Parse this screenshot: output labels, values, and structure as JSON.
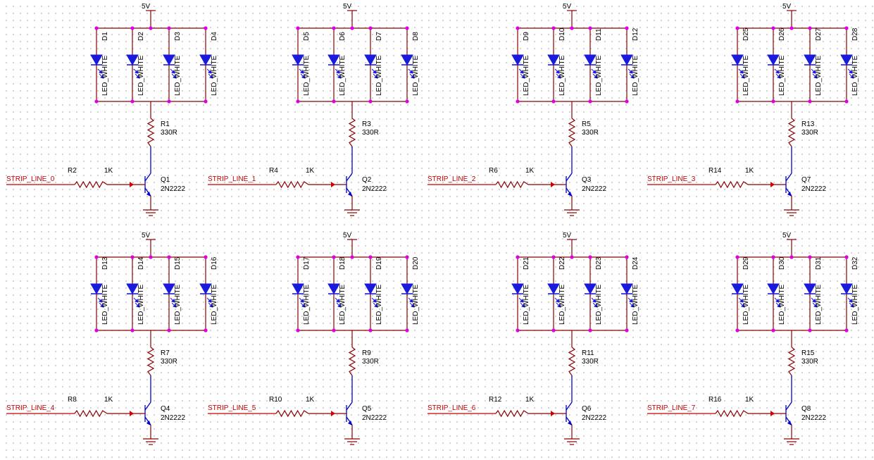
{
  "supply_label": "5V",
  "cells": [
    {
      "diodes": [
        "D1",
        "D2",
        "D3",
        "D4"
      ],
      "led_value": "LED_WHITE",
      "r_pull": "R1",
      "r_pull_value": "330R",
      "r_base": "R2",
      "r_base_value": "1K",
      "q": "Q1",
      "q_value": "2N2222",
      "net": "STRIP_LINE_0"
    },
    {
      "diodes": [
        "D5",
        "D6",
        "D7",
        "D8"
      ],
      "led_value": "LED_WHITE",
      "r_pull": "R3",
      "r_pull_value": "330R",
      "r_base": "R4",
      "r_base_value": "1K",
      "q": "Q2",
      "q_value": "2N2222",
      "net": "STRIP_LINE_1"
    },
    {
      "diodes": [
        "D9",
        "D10",
        "D11",
        "D12"
      ],
      "led_value": "LED_WHITE",
      "r_pull": "R5",
      "r_pull_value": "330R",
      "r_base": "R6",
      "r_base_value": "1K",
      "q": "Q3",
      "q_value": "2N2222",
      "net": "STRIP_LINE_2"
    },
    {
      "diodes": [
        "D25",
        "D26",
        "D27",
        "D28"
      ],
      "led_value": "LED_WHITE",
      "r_pull": "R13",
      "r_pull_value": "330R",
      "r_base": "R14",
      "r_base_value": "1K",
      "q": "Q7",
      "q_value": "2N2222",
      "net": "STRIP_LINE_3"
    },
    {
      "diodes": [
        "D13",
        "D14",
        "D15",
        "D16"
      ],
      "led_value": "LED_WHITE",
      "r_pull": "R7",
      "r_pull_value": "330R",
      "r_base": "R8",
      "r_base_value": "1K",
      "q": "Q4",
      "q_value": "2N2222",
      "net": "STRIP_LINE_4"
    },
    {
      "diodes": [
        "D17",
        "D18",
        "D19",
        "D20"
      ],
      "led_value": "LED_WHITE",
      "r_pull": "R9",
      "r_pull_value": "330R",
      "r_base": "R10",
      "r_base_value": "1K",
      "q": "Q5",
      "q_value": "2N2222",
      "net": "STRIP_LINE_5"
    },
    {
      "diodes": [
        "D21",
        "D22",
        "D23",
        "D24"
      ],
      "led_value": "LED_WHITE",
      "r_pull": "R11",
      "r_pull_value": "330R",
      "r_base": "R12",
      "r_base_value": "1K",
      "q": "Q6",
      "q_value": "2N2222",
      "net": "STRIP_LINE_6"
    },
    {
      "diodes": [
        "D29",
        "D30",
        "D31",
        "D32"
      ],
      "led_value": "LED_WHITE",
      "r_pull": "R15",
      "r_pull_value": "330R",
      "r_base": "R16",
      "r_base_value": "1K",
      "q": "Q8",
      "q_value": "2N2222",
      "net": "STRIP_LINE_7"
    }
  ]
}
